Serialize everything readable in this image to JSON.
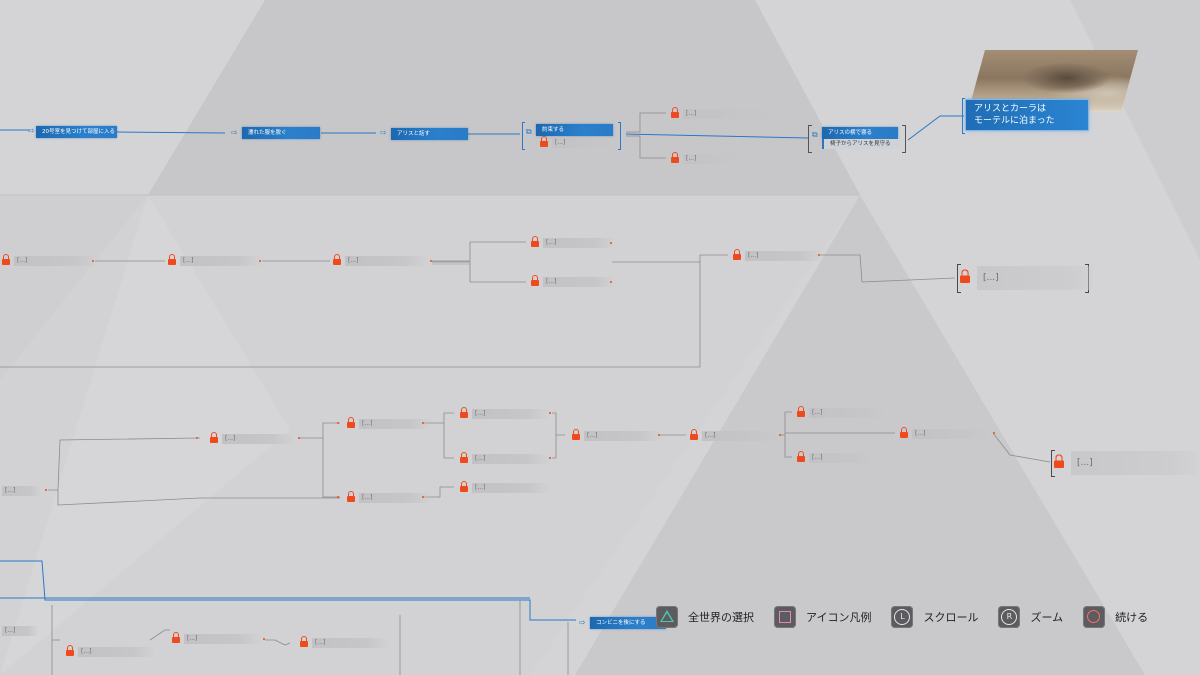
{
  "flowchart": {
    "row1": {
      "n1": "20号室を見つけて部屋に入る",
      "n2": "濡れた服を脱ぐ",
      "n3": "アリスと話す",
      "n4": "約束する",
      "n4_sub": "[...]",
      "n5": "[...]",
      "n6": "[...]",
      "n7": "アリスの横で寝る",
      "n7_sub": "椅子からアリスを見守る",
      "ending_line1": "アリスとカーラは",
      "ending_line2": "モーテルに泊まった"
    },
    "row2": {
      "n1": "[...]",
      "n2": "[...]",
      "n3": "[...]",
      "n4": "[...]",
      "n5": "[...]",
      "n6": "[...]",
      "end": "[...]"
    },
    "row3": {
      "n1": "[...]",
      "n2": "[...]",
      "n3": "[...]",
      "n4": "[...]",
      "n5": "[...]",
      "n6": "[...]",
      "n7": "[...]",
      "n8": "[...]",
      "n9": "[...]",
      "n10": "[...]",
      "n11": "[...]",
      "n12": "[...]",
      "end": "[...]"
    },
    "row4": {
      "blue": "コンビニを後にする",
      "n1": "[...]",
      "n2": "[...]",
      "n3": "[...]",
      "n4": "[...]"
    }
  },
  "legend": [
    {
      "icon": "triangle-button-icon",
      "label": "全世界の選択"
    },
    {
      "icon": "square-button-icon",
      "label": "アイコン凡例"
    },
    {
      "icon": "left-stick-icon",
      "glyph": "L",
      "label": "スクロール"
    },
    {
      "icon": "right-stick-icon",
      "glyph": "R",
      "label": "ズーム"
    },
    {
      "icon": "circle-button-icon",
      "label": "続ける"
    }
  ],
  "colors": {
    "choice_blue": "#2b80cc",
    "lock_orange": "#ee4a1e",
    "background": "#d4d4d6"
  }
}
